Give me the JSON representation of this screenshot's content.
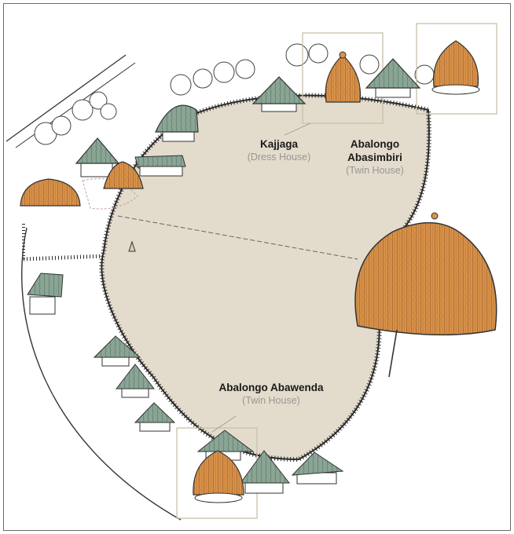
{
  "colors": {
    "compound_fill": "#e3dccd",
    "thatch": "#d9934a",
    "thatch_dark": "#a8662a",
    "roof_green": "#8aa594",
    "roof_green_dark": "#4f6a5c",
    "fence": "#2a2a2a",
    "highlight_box": "#c9bfa8",
    "label_main": "#1a1a1a",
    "label_sub": "#9a9690"
  },
  "labels": {
    "kajjaga": {
      "name": "Kajjaga",
      "sub": "(Dress House)"
    },
    "abasimbiri": {
      "name_line1": "Abalongo",
      "name_line2": "Abasimbiri",
      "sub": "(Twin House)"
    },
    "abawenda": {
      "name": "Abalongo Abawenda",
      "sub": "(Twin House)"
    }
  },
  "icons": {
    "thatched_hut": "thatched-hut-icon",
    "green_hut": "green-roof-hut-icon",
    "tree": "tree-icon",
    "house": "rectangular-house-icon"
  }
}
